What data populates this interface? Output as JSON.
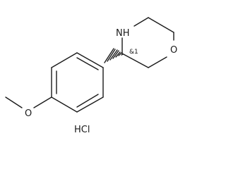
{
  "molecule": {
    "atoms": {
      "ring_nitrogen": "NH",
      "ring_oxygen": "O",
      "methoxy_oxygen": "O"
    },
    "stereo_label": "&1",
    "salt": "HCl"
  }
}
